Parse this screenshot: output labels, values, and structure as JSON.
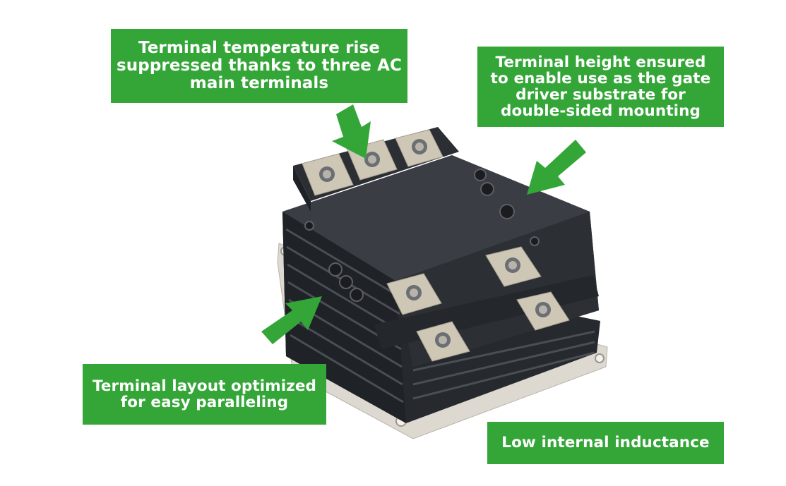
{
  "colors": {
    "accent": "#33a637",
    "module_body": "#2e3136",
    "module_top": "#3b3f45",
    "terminal_plate": "#cfc7b6",
    "base_plate": "#e2ddd6"
  },
  "callouts": {
    "top_center": "Terminal temperature rise\nsuppressed thanks to three AC\nmain terminals",
    "top_right": "Terminal height ensured\nto enable use as the gate\ndriver substrate for\ndouble-sided mounting",
    "bottom_left": "Terminal layout optimized\nfor easy paralleling",
    "bottom_right": "Low internal inductance"
  },
  "arrows": [
    "arrow-down-right",
    "arrow-down-left",
    "arrow-up-right"
  ],
  "product_image": "power-semiconductor-module"
}
